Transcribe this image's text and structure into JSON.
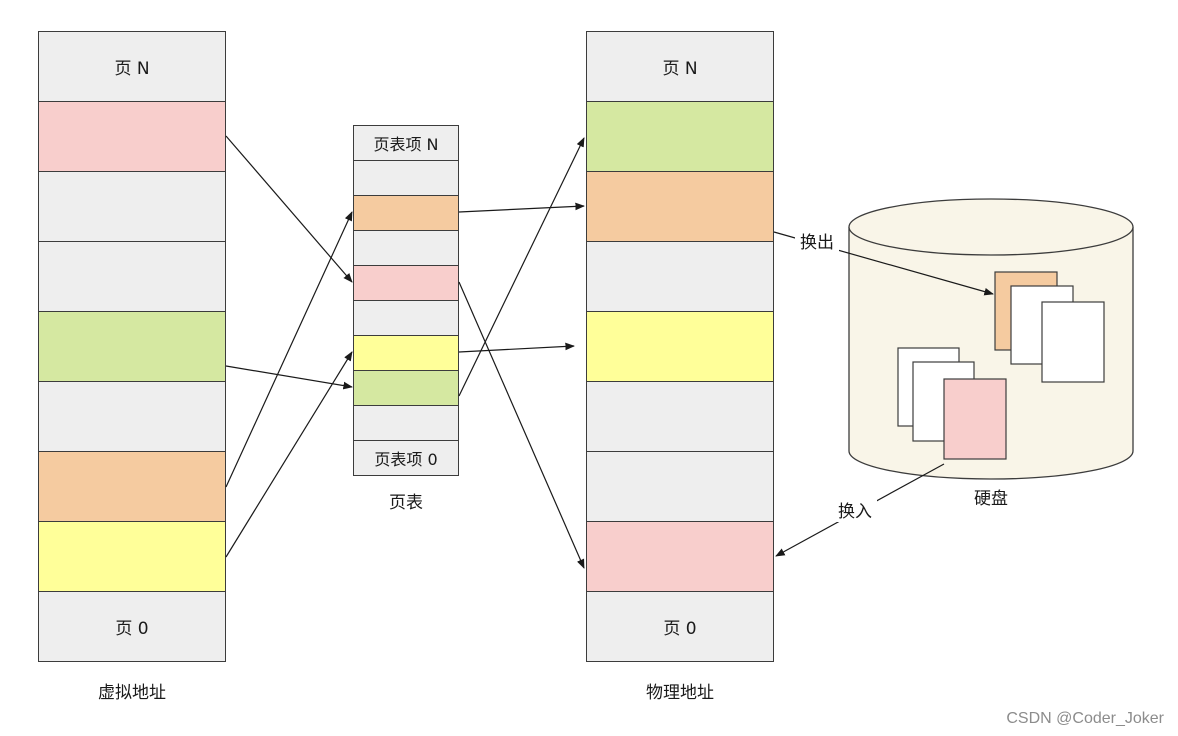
{
  "virtual": {
    "label": "虚拟地址",
    "cells": [
      {
        "text": "页 N",
        "color": "#eeeeee"
      },
      {
        "text": "",
        "color": "#f8cecc"
      },
      {
        "text": "",
        "color": "#eeeeee"
      },
      {
        "text": "",
        "color": "#eeeeee"
      },
      {
        "text": "",
        "color": "#d5e8a1"
      },
      {
        "text": "",
        "color": "#eeeeee"
      },
      {
        "text": "",
        "color": "#f5cba0"
      },
      {
        "text": "",
        "color": "#ffff99"
      },
      {
        "text": "页 0",
        "color": "#eeeeee"
      }
    ]
  },
  "page_table": {
    "label": "页表",
    "cells": [
      {
        "text": "页表项 N",
        "color": "#eeeeee"
      },
      {
        "text": "",
        "color": "#eeeeee"
      },
      {
        "text": "",
        "color": "#f5cba0"
      },
      {
        "text": "",
        "color": "#eeeeee"
      },
      {
        "text": "",
        "color": "#f8cecc"
      },
      {
        "text": "",
        "color": "#eeeeee"
      },
      {
        "text": "",
        "color": "#ffff99"
      },
      {
        "text": "",
        "color": "#d5e8a1"
      },
      {
        "text": "",
        "color": "#eeeeee"
      },
      {
        "text": "页表项 0",
        "color": "#eeeeee"
      }
    ]
  },
  "physical": {
    "label": "物理地址",
    "cells": [
      {
        "text": "页 N",
        "color": "#eeeeee"
      },
      {
        "text": "",
        "color": "#d5e8a1"
      },
      {
        "text": "",
        "color": "#f5cba0"
      },
      {
        "text": "",
        "color": "#eeeeee"
      },
      {
        "text": "",
        "color": "#ffff99"
      },
      {
        "text": "",
        "color": "#eeeeee"
      },
      {
        "text": "",
        "color": "#eeeeee"
      },
      {
        "text": "",
        "color": "#f8cecc"
      },
      {
        "text": "页 0",
        "color": "#eeeeee"
      }
    ]
  },
  "disk": {
    "label": "硬盘",
    "fill": "#f9f5e8",
    "swap_out_label": "换出",
    "swap_in_label": "换入",
    "page_colors": {
      "orange": "#f5cba0",
      "pink": "#f8cecc",
      "white": "#ffffff"
    }
  },
  "watermark": "CSDN @Coder_Joker"
}
